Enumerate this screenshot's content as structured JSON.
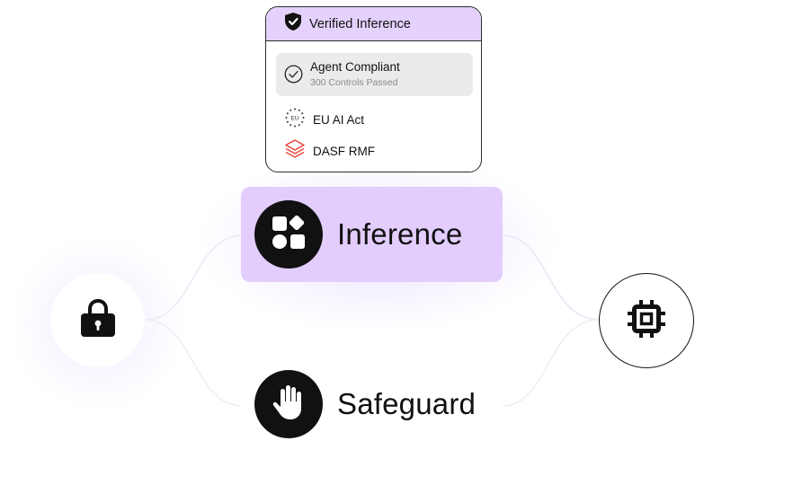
{
  "verified_card": {
    "title": "Verified Inference",
    "items": [
      {
        "label": "Agent Compliant",
        "sublabel": "300 Controls Passed",
        "icon": "check-circle-icon",
        "highlighted": true
      },
      {
        "label": "EU AI Act",
        "icon": "eu-stars-icon",
        "badge": "EU"
      },
      {
        "label": "DASF RMF",
        "icon": "layers-stack-icon"
      }
    ]
  },
  "nodes": {
    "inference": {
      "label": "Inference",
      "icon": "shapes-icon"
    },
    "safeguard": {
      "label": "Safeguard",
      "icon": "hand-stop-icon"
    },
    "source": {
      "icon": "lock-icon"
    },
    "target": {
      "icon": "chip-icon"
    }
  },
  "colors": {
    "accent_purple": "#e2cdfd",
    "header_purple": "#e4d2fd",
    "dark": "#111111",
    "dasf_red": "#e8483b",
    "highlight_gray": "#ebebeb"
  }
}
